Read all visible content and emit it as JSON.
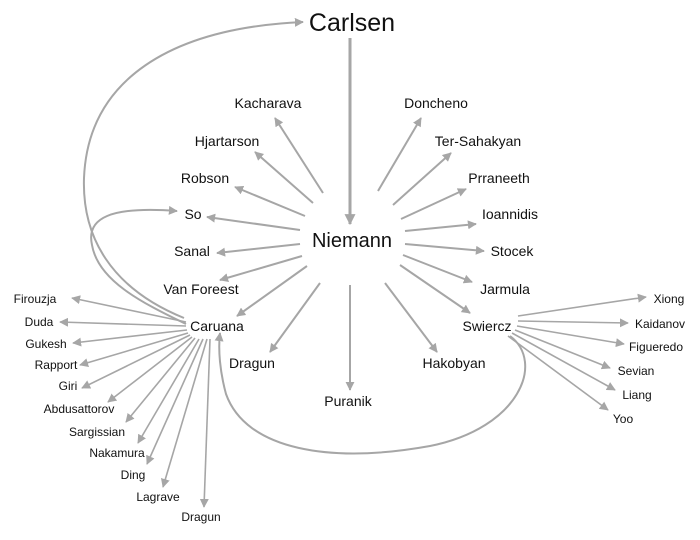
{
  "colors": {
    "edge": "#a6a6a6",
    "text": "#111111",
    "background": "#ffffff"
  },
  "nodes": {
    "carlsen": "Carlsen",
    "niemann": "Niemann",
    "kacharava": "Kacharava",
    "hjartarson": "Hjartarson",
    "robson": "Robson",
    "so": "So",
    "sanal": "Sanal",
    "vanforeest": "Van Foreest",
    "caruana": "Caruana",
    "dragun_mid": "Dragun",
    "puranik": "Puranik",
    "hakobyan": "Hakobyan",
    "swiercz": "Swiercz",
    "jarmula": "Jarmula",
    "stocek": "Stocek",
    "ioannidis": "Ioannidis",
    "prraneeth": "Prraneeth",
    "tersahakyan": "Ter-Sahakyan",
    "doncheno": "Doncheno",
    "firouzja": "Firouzja",
    "duda": "Duda",
    "gukesh": "Gukesh",
    "rapport": "Rapport",
    "giri": "Giri",
    "abdusattorov": "Abdusattorov",
    "sargissian": "Sargissian",
    "nakamura": "Nakamura",
    "ding": "Ding",
    "lagrave": "Lagrave",
    "dragun_low": "Dragun",
    "xiong": "Xiong",
    "kaidanov": "Kaidanov",
    "figueredo": "Figueredo",
    "sevian": "Sevian",
    "liang": "Liang",
    "yoo": "Yoo"
  }
}
